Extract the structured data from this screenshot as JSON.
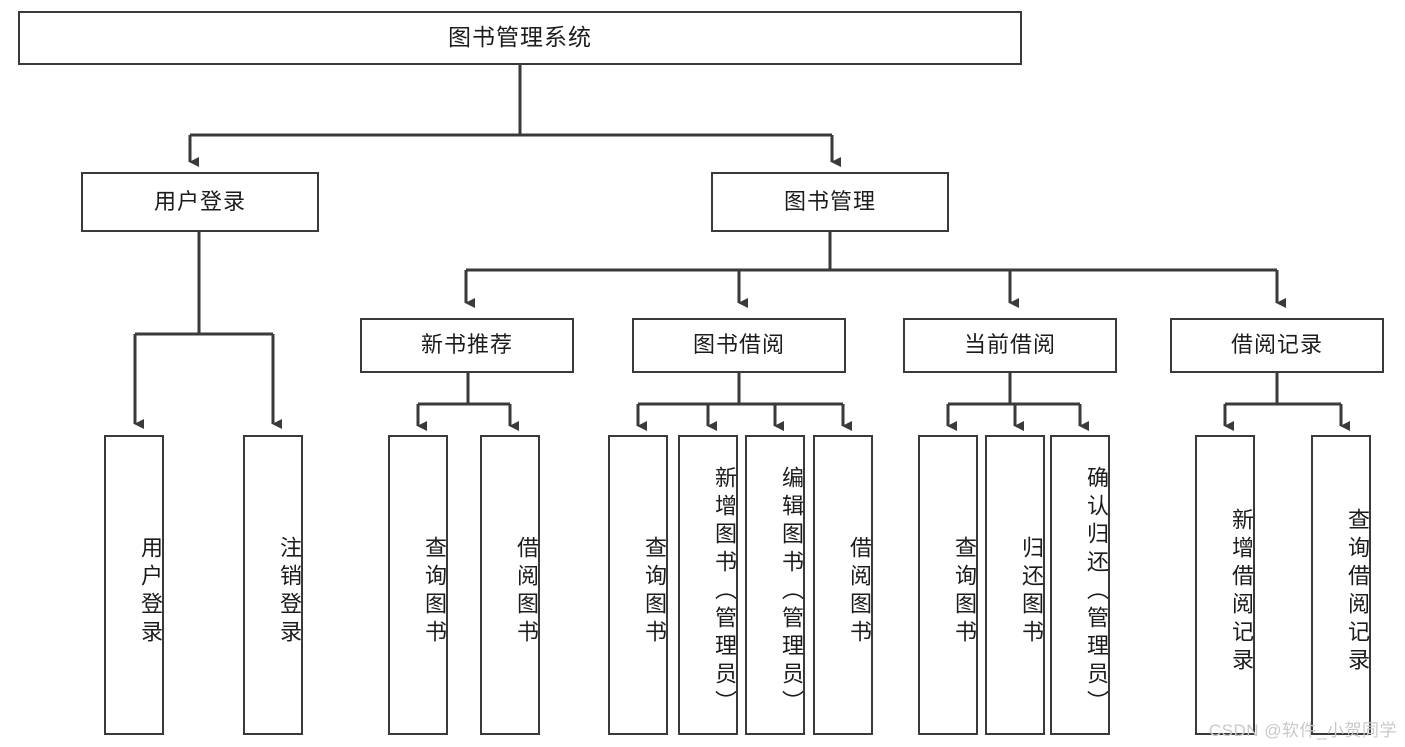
{
  "diagram": {
    "title": "图书管理系统",
    "watermark": "CSDN @软件_小贺同学",
    "colors": {
      "box_border": "#3a3a3a",
      "box_fill": "#ffffff",
      "connector": "#3a3a3a",
      "text": "#1c1c1c",
      "watermark": "#c9c9c9"
    },
    "levels": {
      "root": {
        "label": "图书管理系统"
      },
      "level2": [
        {
          "label": "用户登录"
        },
        {
          "label": "图书管理"
        }
      ],
      "level3": [
        {
          "label": "新书推荐"
        },
        {
          "label": "图书借阅"
        },
        {
          "label": "当前借阅"
        },
        {
          "label": "借阅记录"
        }
      ],
      "leaves": [
        {
          "label": "用户登录",
          "parent": "用户登录"
        },
        {
          "label": "注销登录",
          "parent": "用户登录"
        },
        {
          "label": "查询图书",
          "parent": "新书推荐"
        },
        {
          "label": "借阅图书",
          "parent": "新书推荐"
        },
        {
          "label": "查询图书",
          "parent": "图书借阅"
        },
        {
          "label": "新增图书（管理员）",
          "parent": "图书借阅"
        },
        {
          "label": "编辑图书（管理员）",
          "parent": "图书借阅"
        },
        {
          "label": "借阅图书",
          "parent": "图书借阅"
        },
        {
          "label": "查询图书",
          "parent": "当前借阅"
        },
        {
          "label": "归还图书",
          "parent": "当前借阅"
        },
        {
          "label": "确认归还（管理员）",
          "parent": "当前借阅"
        },
        {
          "label": "新增借阅记录",
          "parent": "借阅记录"
        },
        {
          "label": "查询借阅记录",
          "parent": "借阅记录"
        }
      ]
    }
  }
}
